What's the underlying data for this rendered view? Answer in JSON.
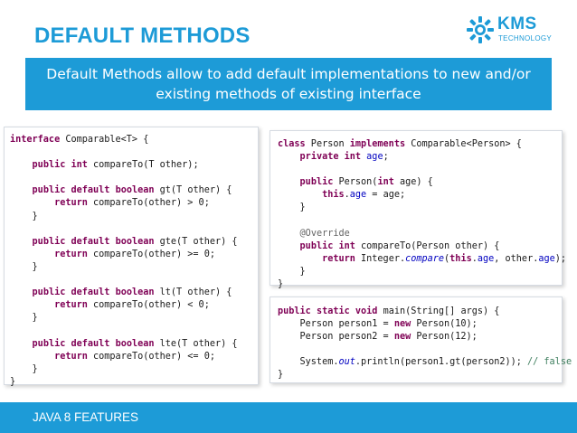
{
  "slide": {
    "title": "DEFAULT METHODS",
    "banner_line1": "Default Methods allow to add default implementations to new and/or",
    "banner_line2": "existing methods of existing interface",
    "footer": "JAVA 8 FEATURES",
    "accent_color": "#1d9bd7"
  },
  "logo": {
    "name": "KMS",
    "tagline": "TECHNOLOGY",
    "icon": "kms-logo-icon"
  },
  "code": {
    "interface": [
      "interface Comparable<T> {",
      "",
      "    public int compareTo(T other);",
      "",
      "    public default boolean gt(T other) {",
      "        return compareTo(other) > 0;",
      "    }",
      "",
      "    public default boolean gte(T other) {",
      "        return compareTo(other) >= 0;",
      "    }",
      "",
      "    public default boolean lt(T other) {",
      "        return compareTo(other) < 0;",
      "    }",
      "",
      "    public default boolean lte(T other) {",
      "        return compareTo(other) <= 0;",
      "    }",
      "}"
    ],
    "person_class": [
      "class Person implements Comparable<Person> {",
      "    private int age;",
      "",
      "    public Person(int age) {",
      "        this.age = age;",
      "    }",
      "",
      "    @Override",
      "    public int compareTo(Person other) {",
      "        return Integer.compare(this.age, other.age);",
      "    }",
      "}"
    ],
    "main_method": [
      "public static void main(String[] args) {",
      "    Person person1 = new Person(10);",
      "    Person person2 = new Person(12);",
      "",
      "    System.out.println(person1.gt(person2)); // false",
      "}"
    ]
  }
}
